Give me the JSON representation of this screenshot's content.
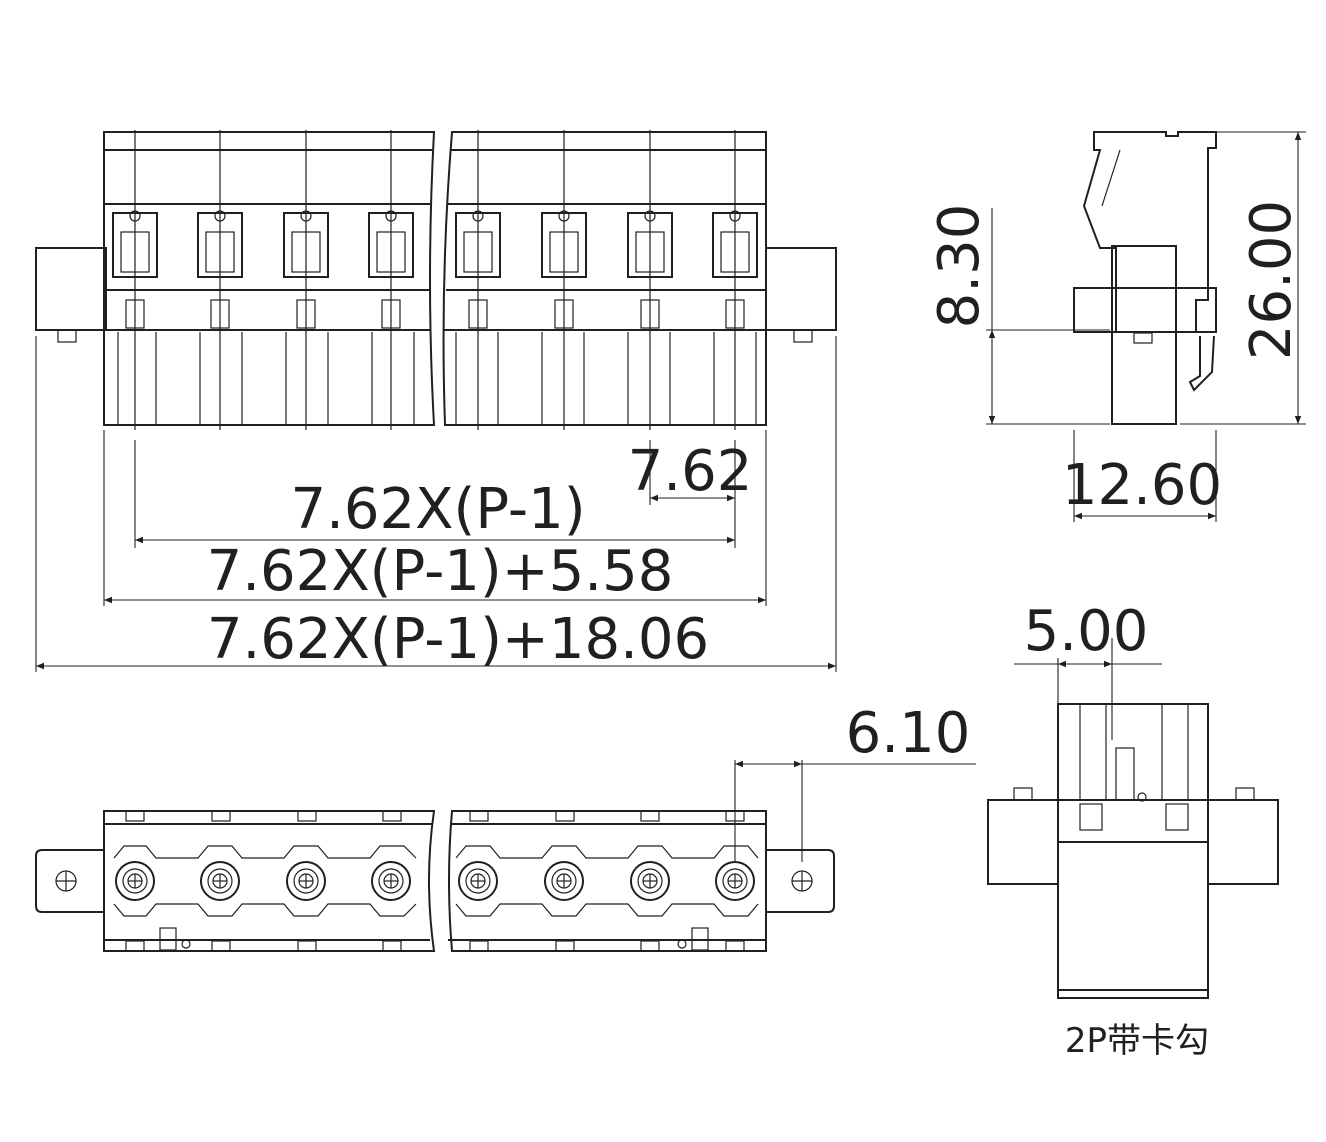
{
  "dimensions": {
    "pitch": "7.62",
    "pitch_span": "7.62X(P-1)",
    "body_length": "7.62X(P-1)+5.58",
    "total_length": "7.62X(P-1)+18.06",
    "flange_offset": "6.10",
    "height_lower": "8.30",
    "height_total": "26.00",
    "depth": "12.60",
    "side_width": "5.00"
  },
  "caption": "2P带卡勾",
  "colors": {
    "line": "#231f20",
    "background": "#ffffff"
  }
}
